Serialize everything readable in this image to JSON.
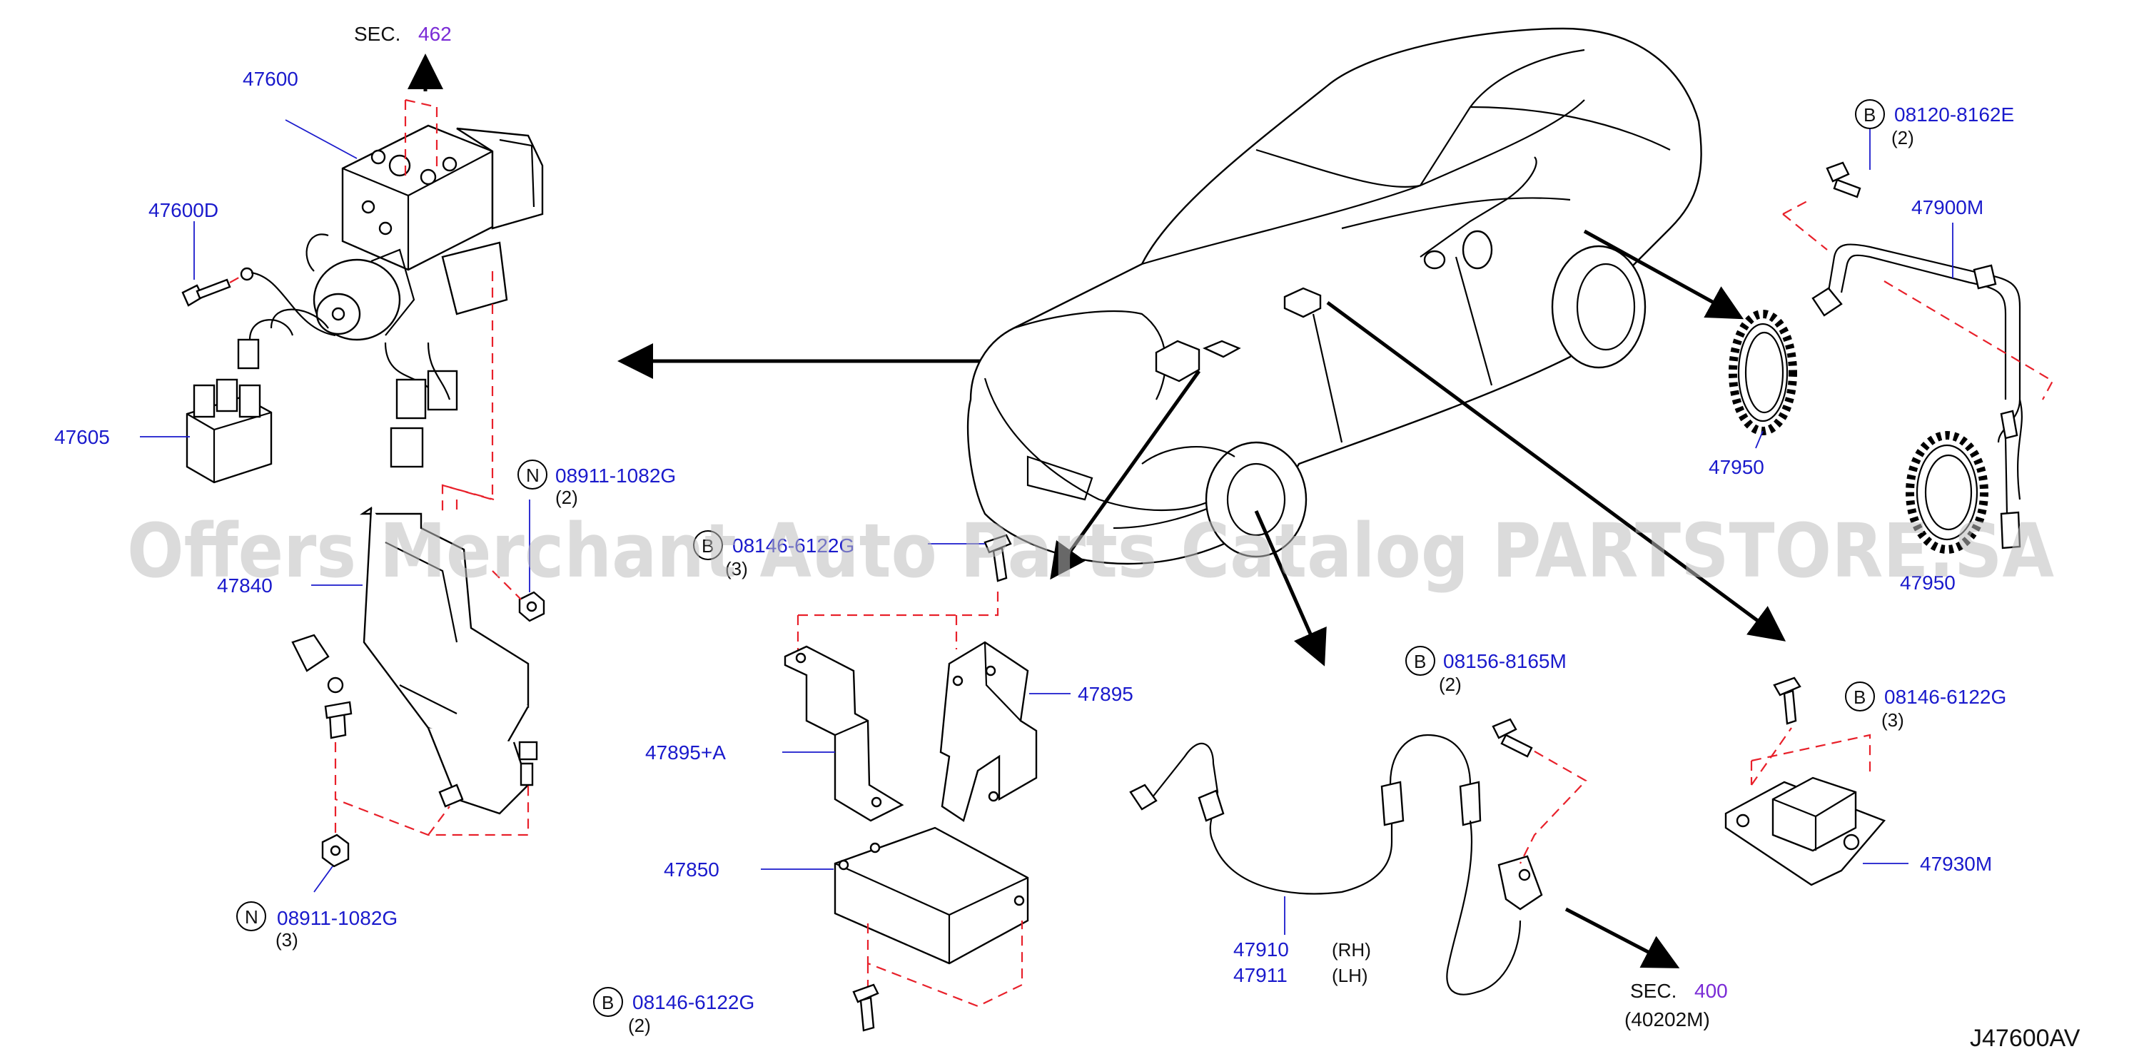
{
  "diagram": {
    "sec_top": {
      "prefix": "SEC.",
      "number": "462"
    },
    "sec_bottom": {
      "prefix": "SEC.",
      "number": "400",
      "sub": "(40202M)"
    },
    "drawing_code": "J47600AV",
    "watermark": "Offers Merchant Auto Parts Catalog PARTSTORE.SA",
    "parts": {
      "p47600": "47600",
      "p47600D": "47600D",
      "p47605": "47605",
      "p47840": "47840",
      "p47895": "47895",
      "p47895A": "47895+A",
      "p47850": "47850",
      "p47910": "47910",
      "p47911": "47911",
      "rh": "(RH)",
      "lh": "(LH)",
      "p47950a": "47950",
      "p47950b": "47950",
      "p47900M": "47900M",
      "p47930M": "47930M"
    },
    "fasteners": {
      "n1": {
        "letter": "N",
        "code": "08911-1082G",
        "qty": "(2)"
      },
      "n2": {
        "letter": "N",
        "code": "08911-1082G",
        "qty": "(3)"
      },
      "b1": {
        "letter": "B",
        "code": "08146-6122G",
        "qty": "(3)"
      },
      "b2": {
        "letter": "B",
        "code": "08146-6122G",
        "qty": "(2)"
      },
      "b3": {
        "letter": "B",
        "code": "08156-8165M",
        "qty": "(2)"
      },
      "b4": {
        "letter": "B",
        "code": "08120-8162E",
        "qty": "(2)"
      },
      "b5": {
        "letter": "B",
        "code": "08146-6122G",
        "qty": "(3)"
      }
    },
    "colors": {
      "label": "#1a1acc",
      "sec_number": "#7a2bd6",
      "dashed": "#e8202a"
    }
  }
}
